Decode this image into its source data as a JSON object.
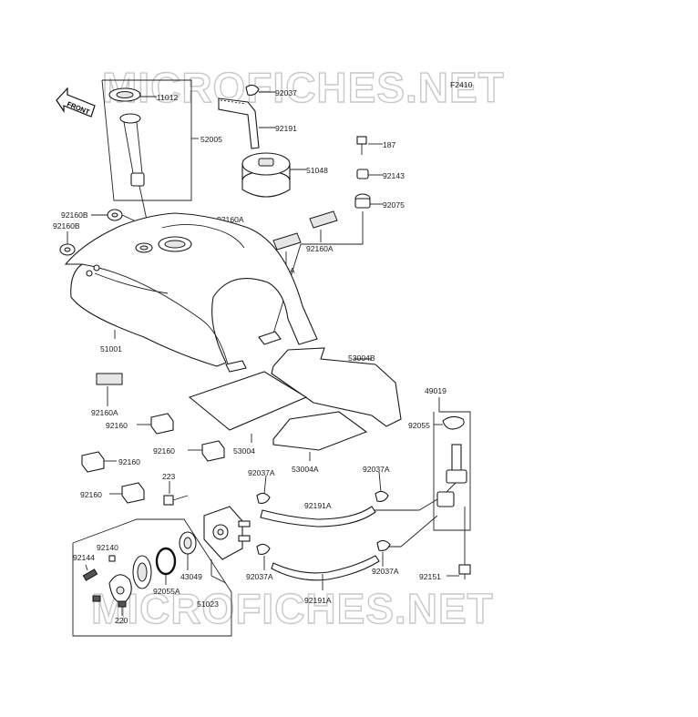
{
  "figure_code": "F2410",
  "front_label": "FRONT",
  "watermark": "MICROFICHES.NET",
  "parts": {
    "p11012": "11012",
    "p52005": "52005",
    "p92037": "92037",
    "p92191": "92191",
    "p51048": "51048",
    "p187": "187",
    "p92143": "92143",
    "p92075": "92075",
    "p92160B_a": "92160B",
    "p92160B_b": "92160B",
    "p92160A_a": "92160A",
    "p92160A_b": "92160A",
    "p92160A_c": "92160A",
    "p92160A_d": "92160A",
    "p51001": "51001",
    "p53004B": "53004B",
    "p49019": "49019",
    "p92055": "92055",
    "p92160_a": "92160",
    "p92160_b": "92160",
    "p92160_c": "92160",
    "p92160_d": "92160",
    "p53004": "53004",
    "p53004A": "53004A",
    "p223": "223",
    "p92037A_a": "92037A",
    "p92037A_b": "92037A",
    "p92037A_c": "92037A",
    "p92037A_d": "92037A",
    "p92191A_a": "92191A",
    "p92191A_b": "92191A",
    "p92140": "92140",
    "p92144": "92144",
    "p43049": "43049",
    "p92055A": "92055A",
    "p51023": "51023",
    "p220": "220",
    "p92151": "92151"
  }
}
